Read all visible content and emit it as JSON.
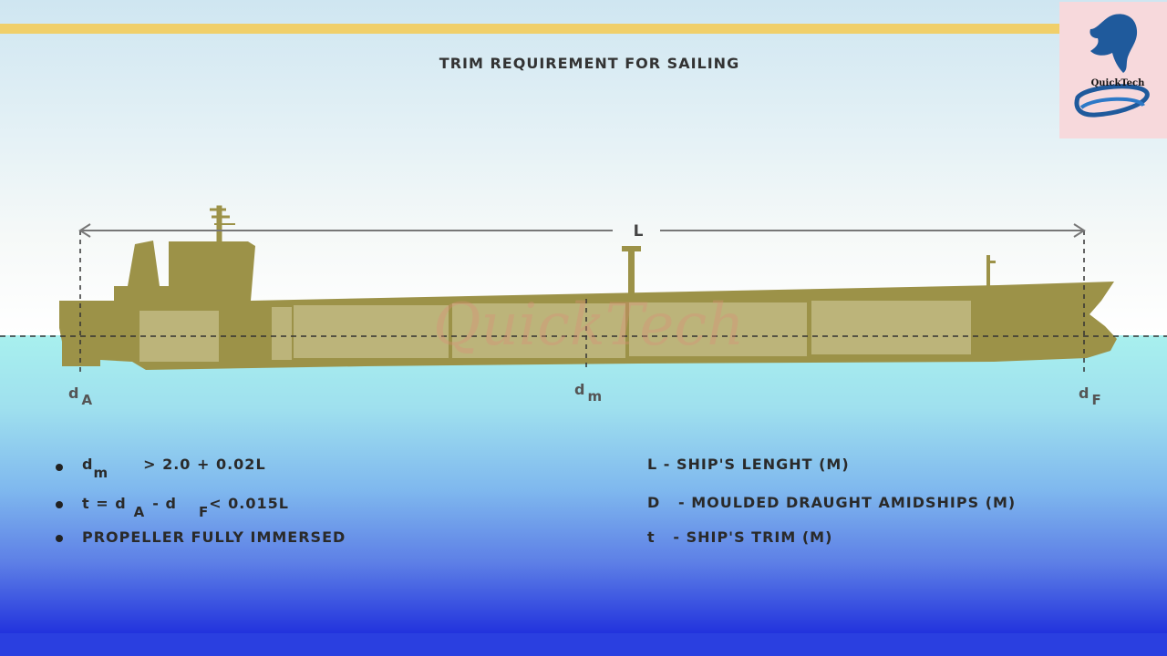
{
  "title": "TRIM REQUIREMENT FOR SAILING",
  "diagram": {
    "length_label": "L",
    "aft_label": {
      "base": "d",
      "sub": "A"
    },
    "mid_label": {
      "base": "d",
      "sub": "m"
    },
    "fwd_label": {
      "base": "d",
      "sub": "F"
    }
  },
  "requirements": {
    "r1": {
      "base": "d",
      "sub": "m",
      "rest": "> 2.0 + 0.02L"
    },
    "r2": {
      "p1": "t = d",
      "sub1": "A",
      "p2": "- d",
      "sub2": "F",
      "p3": "< 0.015L"
    },
    "r3": "PROPELLER FULLY IMMERSED"
  },
  "legend": {
    "l1": "L - SHIP'S LENGHT (M)",
    "l2": "D   - MOULDED DRAUGHT AMIDSHIPS (M)",
    "l3": "t   - SHIP'S TRIM (M)"
  },
  "logo": {
    "text": "QuickTech"
  },
  "watermark": "QuickTech",
  "colors": {
    "hull": "#9c9248",
    "hull_light": "#c2ba84",
    "stripe": "#f0cf6a",
    "sea_bottom": "#2233dd"
  }
}
